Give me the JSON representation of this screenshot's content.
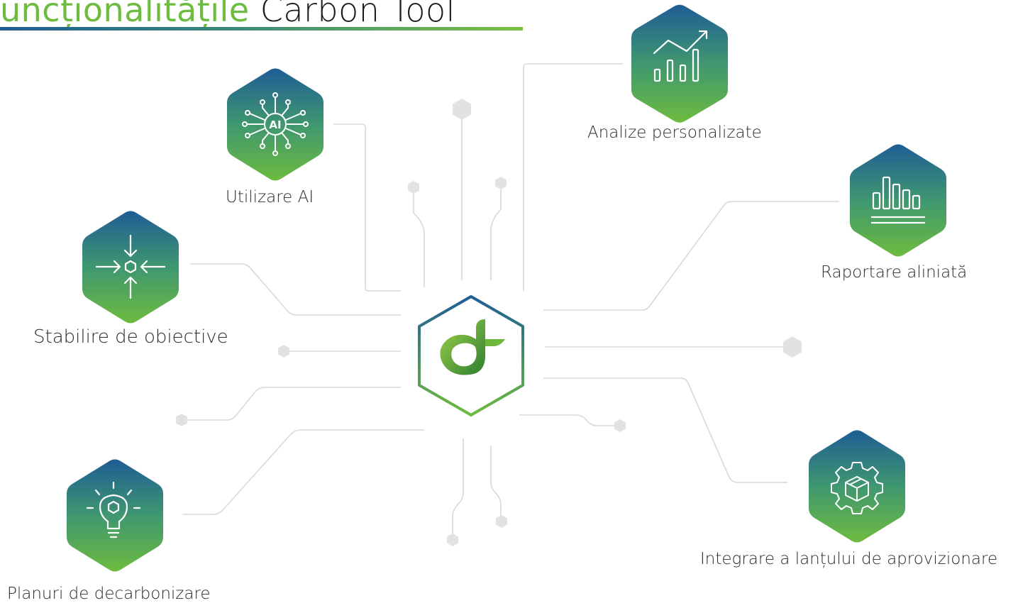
{
  "title": {
    "accent": "uncționalitățile",
    "rest": " Carbon Tool"
  },
  "colors": {
    "gradient_top": "#1f5d95",
    "gradient_bottom": "#6dbb3f",
    "connector": "#d9d9d9",
    "dot": "#e2e2e2",
    "title_accent": "#6dbb3f"
  },
  "center": {
    "icon": "carbon-tool-logo-icon"
  },
  "features": [
    {
      "label": "Analize personalizate",
      "icon": "growth-chart-icon"
    },
    {
      "label": "Utilizare AI",
      "icon": "ai-network-icon"
    },
    {
      "label": "Raportare aliniată",
      "icon": "bar-chart-report-icon"
    },
    {
      "label": "Stabilire de obiective",
      "icon": "target-focus-icon"
    },
    {
      "label": "Integrare a lanțului de aprovizionare",
      "icon": "gear-box-icon"
    },
    {
      "label": "Planuri de decarbonizare",
      "icon": "lightbulb-icon"
    }
  ]
}
